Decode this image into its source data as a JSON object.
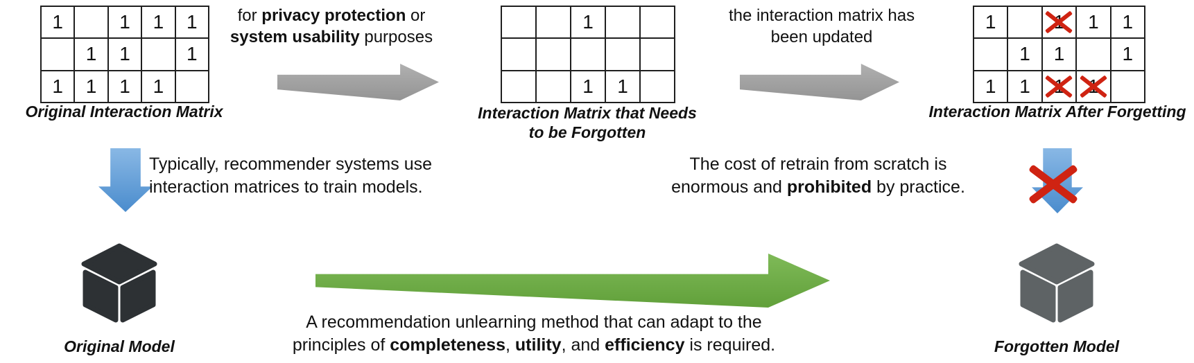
{
  "colors": {
    "arrow-gray-light": "#b0b0b0",
    "arrow-gray-dark": "#949494",
    "arrow-blue-light": "#89b8e5",
    "arrow-blue-dark": "#4a8ccd",
    "arrow-green-light": "#7fba58",
    "arrow-green-dark": "#61a03a",
    "red-x": "#cf2312",
    "cube-dark": "#2d3134",
    "cube-gray": "#5e6365",
    "text": "#111111",
    "grid-line": "#1f1f1f"
  },
  "matrices": {
    "original": {
      "rows": [
        [
          "1",
          "",
          "1",
          "1",
          "1"
        ],
        [
          "",
          "1",
          "1",
          "",
          "1"
        ],
        [
          "1",
          "1",
          "1",
          "1",
          ""
        ]
      ],
      "crossed": [],
      "label": "Original Interaction Matrix"
    },
    "needs_forgetting": {
      "rows": [
        [
          "",
          "",
          "1",
          "",
          ""
        ],
        [
          "",
          "",
          "",
          "",
          ""
        ],
        [
          "",
          "",
          "1",
          "1",
          ""
        ]
      ],
      "crossed": [],
      "label_rich": [
        {
          "t": "Interaction Matrix that Needs"
        },
        {
          "br": true
        },
        {
          "t": "to be Forgotten"
        }
      ]
    },
    "after_forgetting": {
      "rows": [
        [
          "1",
          "",
          "1",
          "1",
          "1"
        ],
        [
          "",
          "1",
          "1",
          "",
          "1"
        ],
        [
          "1",
          "1",
          "1",
          "1",
          ""
        ]
      ],
      "crossed": [
        [
          0,
          2
        ],
        [
          2,
          2
        ],
        [
          2,
          3
        ]
      ],
      "label": "Interaction Matrix After Forgetting"
    }
  },
  "annotations": {
    "purpose": [
      {
        "t": "for "
      },
      {
        "t": "privacy protection",
        "b": true
      },
      {
        "t": " or"
      },
      {
        "br": true
      },
      {
        "t": "system usability",
        "b": true
      },
      {
        "t": " purposes"
      }
    ],
    "updated": [
      {
        "t": "the interaction matrix has"
      },
      {
        "br": true
      },
      {
        "t": "been updated"
      }
    ],
    "train": [
      {
        "t": "Typically, recommender systems use"
      },
      {
        "br": true
      },
      {
        "t": "interaction matrices to train models."
      }
    ],
    "retrain_cost": [
      {
        "t": "The cost of retrain from scratch is"
      },
      {
        "br": true
      },
      {
        "t": "enormous and "
      },
      {
        "t": "prohibited",
        "b": true
      },
      {
        "t": " by practice."
      }
    ],
    "unlearning_method": [
      {
        "t": "A recommendation unlearning method that can adapt to the"
      },
      {
        "br": true
      },
      {
        "t": "principles of "
      },
      {
        "t": "completeness",
        "b": true
      },
      {
        "t": ", "
      },
      {
        "t": "utility",
        "b": true
      },
      {
        "t": ", and "
      },
      {
        "t": "efficiency",
        "b": true
      },
      {
        "t": " is required."
      }
    ]
  },
  "models": {
    "original": {
      "label": "Original Model"
    },
    "forgotten": {
      "label": "Forgotten Model"
    }
  }
}
